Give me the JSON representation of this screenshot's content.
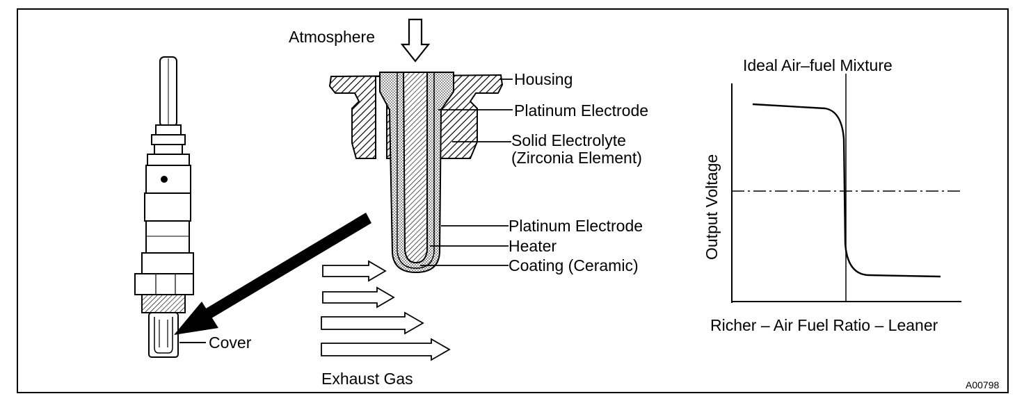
{
  "diagram": {
    "atmosphere": "Atmosphere",
    "housing": "Housing",
    "platinum_electrode_top": "Platinum Electrode",
    "solid_electrolyte": "Solid Electrolyte",
    "zirconia_element": "(Zirconia Element)",
    "platinum_electrode_bottom": "Platinum Electrode",
    "heater": "Heater",
    "coating": "Coating (Ceramic)",
    "cover": "Cover",
    "exhaust_gas": "Exhaust Gas",
    "figure_code": "A00798"
  },
  "graph": {
    "title": "Ideal Air–fuel Mixture",
    "ylabel": "Output Voltage",
    "xlabel": "Richer – Air Fuel Ratio – Leaner"
  }
}
